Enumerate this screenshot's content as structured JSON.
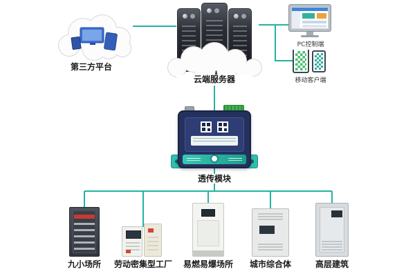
{
  "colors": {
    "connector": "#22b3a2",
    "module_body": "#25315d",
    "module_accent": "#2fbfae",
    "terminal_green": "#3fae4a",
    "device_blue": "#3d6fd1"
  },
  "nodes": {
    "third_party": {
      "label": "第三方平台"
    },
    "cloud_server": {
      "label": "云端服务器"
    },
    "pc_client": {
      "label": "PC控制端"
    },
    "mobile_client": {
      "label": "移动客户端"
    },
    "module": {
      "label": "透传模块"
    },
    "sites": [
      {
        "label": "九小场所"
      },
      {
        "label": "劳动密集型工厂"
      },
      {
        "label": "易燃易爆场所"
      },
      {
        "label": "城市综合体"
      },
      {
        "label": "高层建筑"
      }
    ]
  }
}
